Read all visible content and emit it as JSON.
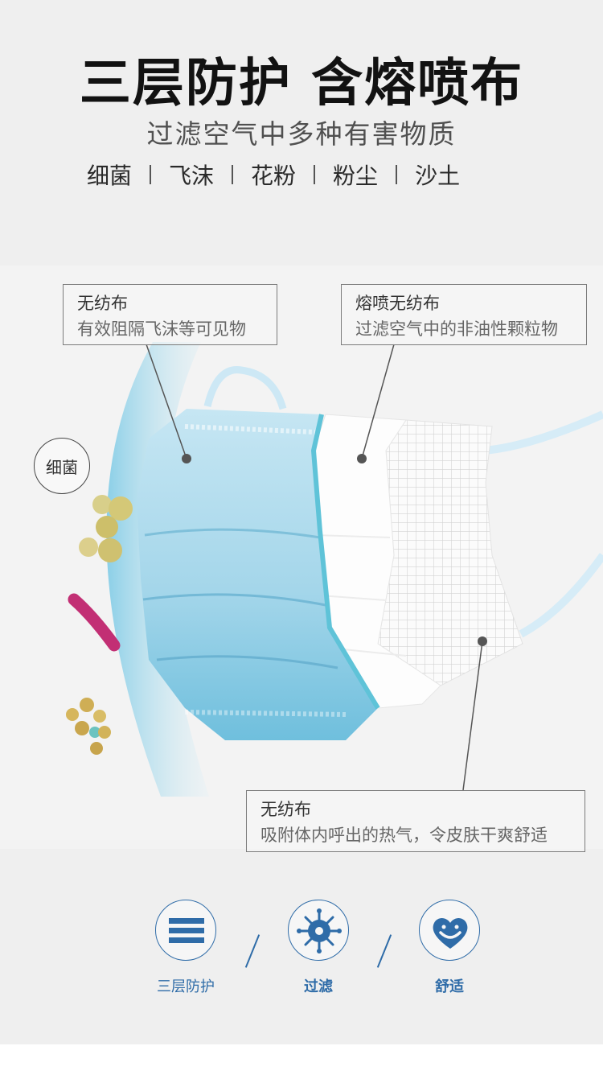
{
  "header": {
    "title": "三层防护 含熔喷布",
    "subtitle": "过滤空气中多种有害物质",
    "filters": [
      "细菌",
      "飞沫",
      "花粉",
      "粉尘",
      "沙土"
    ]
  },
  "callouts": {
    "outer": {
      "title": "无纺布",
      "desc": "有效阻隔飞沫等可见物"
    },
    "middle": {
      "title": "熔喷无纺布",
      "desc": "过滤空气中的非油性颗粒物"
    },
    "inner": {
      "title": "无纺布",
      "desc": "吸附体内呼出的热气，令皮肤干爽舒适"
    }
  },
  "bacteria_label": "细菌",
  "features": [
    {
      "label": "三层防护",
      "icon": "layers-icon"
    },
    {
      "label": "过滤",
      "icon": "virus-icon"
    },
    {
      "label": "舒适",
      "icon": "heart-face-icon"
    }
  ],
  "colors": {
    "accent": "#2f6ca8",
    "mask_blue": "#9fd3ea",
    "background": "#efefef"
  }
}
